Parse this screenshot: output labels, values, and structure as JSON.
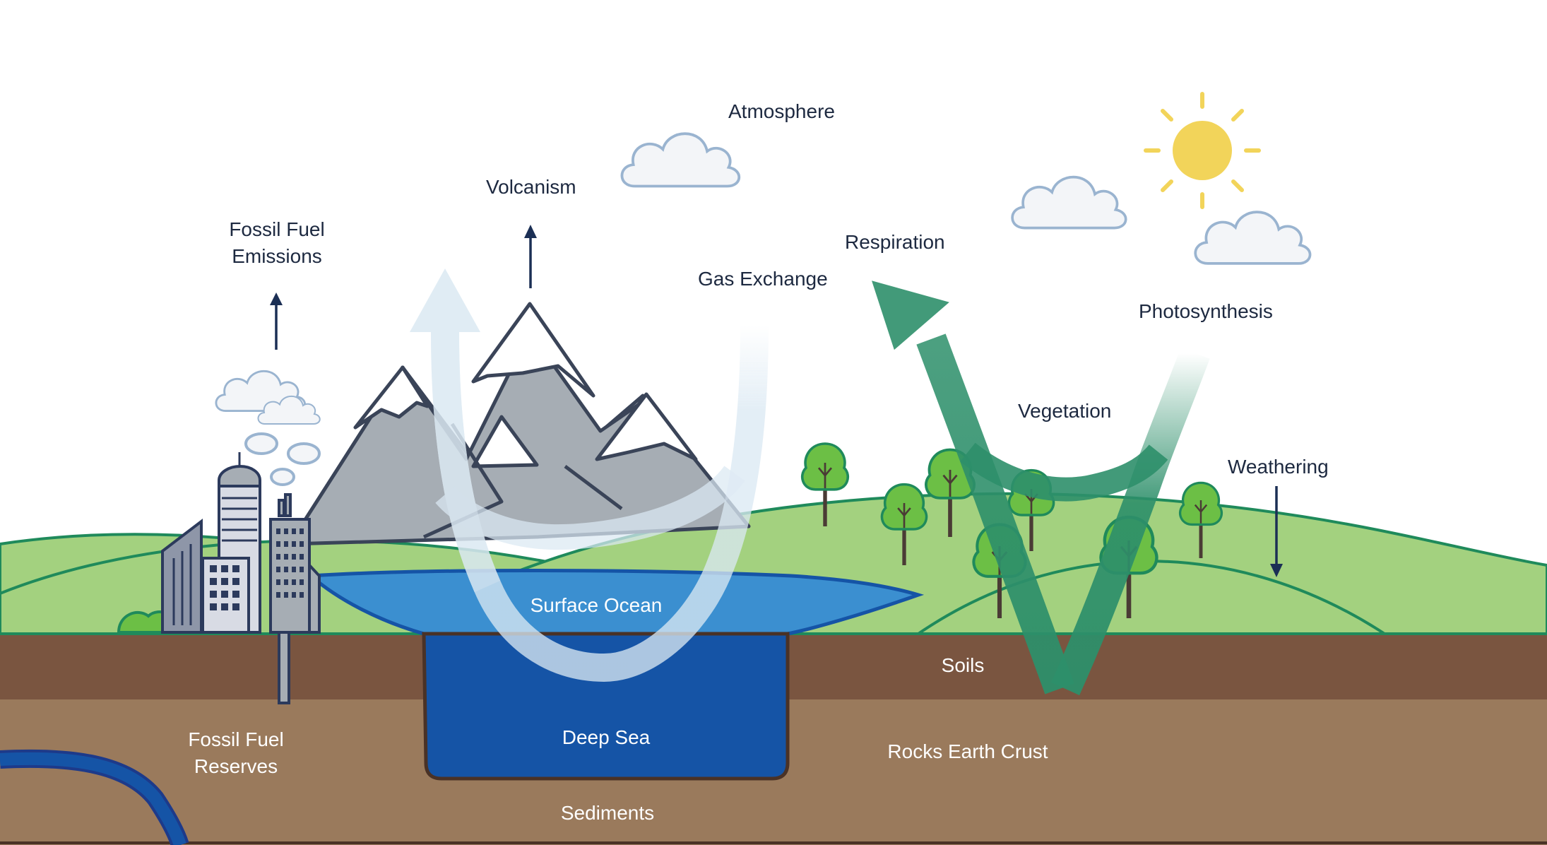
{
  "labels": {
    "atmosphere": "Atmosphere",
    "volcanism": "Volcanism",
    "fossil_fuel_emissions_line1": "Fossil Fuel",
    "fossil_fuel_emissions_line2": "Emissions",
    "gas_exchange": "Gas Exchange",
    "respiration": "Respiration",
    "photosynthesis": "Photosynthesis",
    "vegetation": "Vegetation",
    "weathering": "Weathering",
    "surface_ocean": "Surface Ocean",
    "soils": "Soils",
    "deep_sea": "Deep Sea",
    "fossil_fuel_reserves_line1": "Fossil Fuel",
    "fossil_fuel_reserves_line2": "Reserves",
    "rocks_earth_crust": "Rocks Earth Crust",
    "sediments": "Sediments"
  },
  "colors": {
    "hills": "#a3d17f",
    "hill_outline": "#1f8a5b",
    "soil": "#7a5540",
    "crust": "#9a7a5c",
    "surface_ocean": "#3b8fd0",
    "deep_sea": "#1554a6",
    "mountain": "#a6adb4",
    "gas_exchange_arrow": "#dbe9f3",
    "vegetation_arrow": "#2d8f6a",
    "sun": "#f2d45a"
  },
  "icons": [
    "cloud-icon",
    "sun-icon",
    "tree-icon",
    "city-icon",
    "mountain-icon",
    "oil-well-icon",
    "pipeline-icon"
  ]
}
